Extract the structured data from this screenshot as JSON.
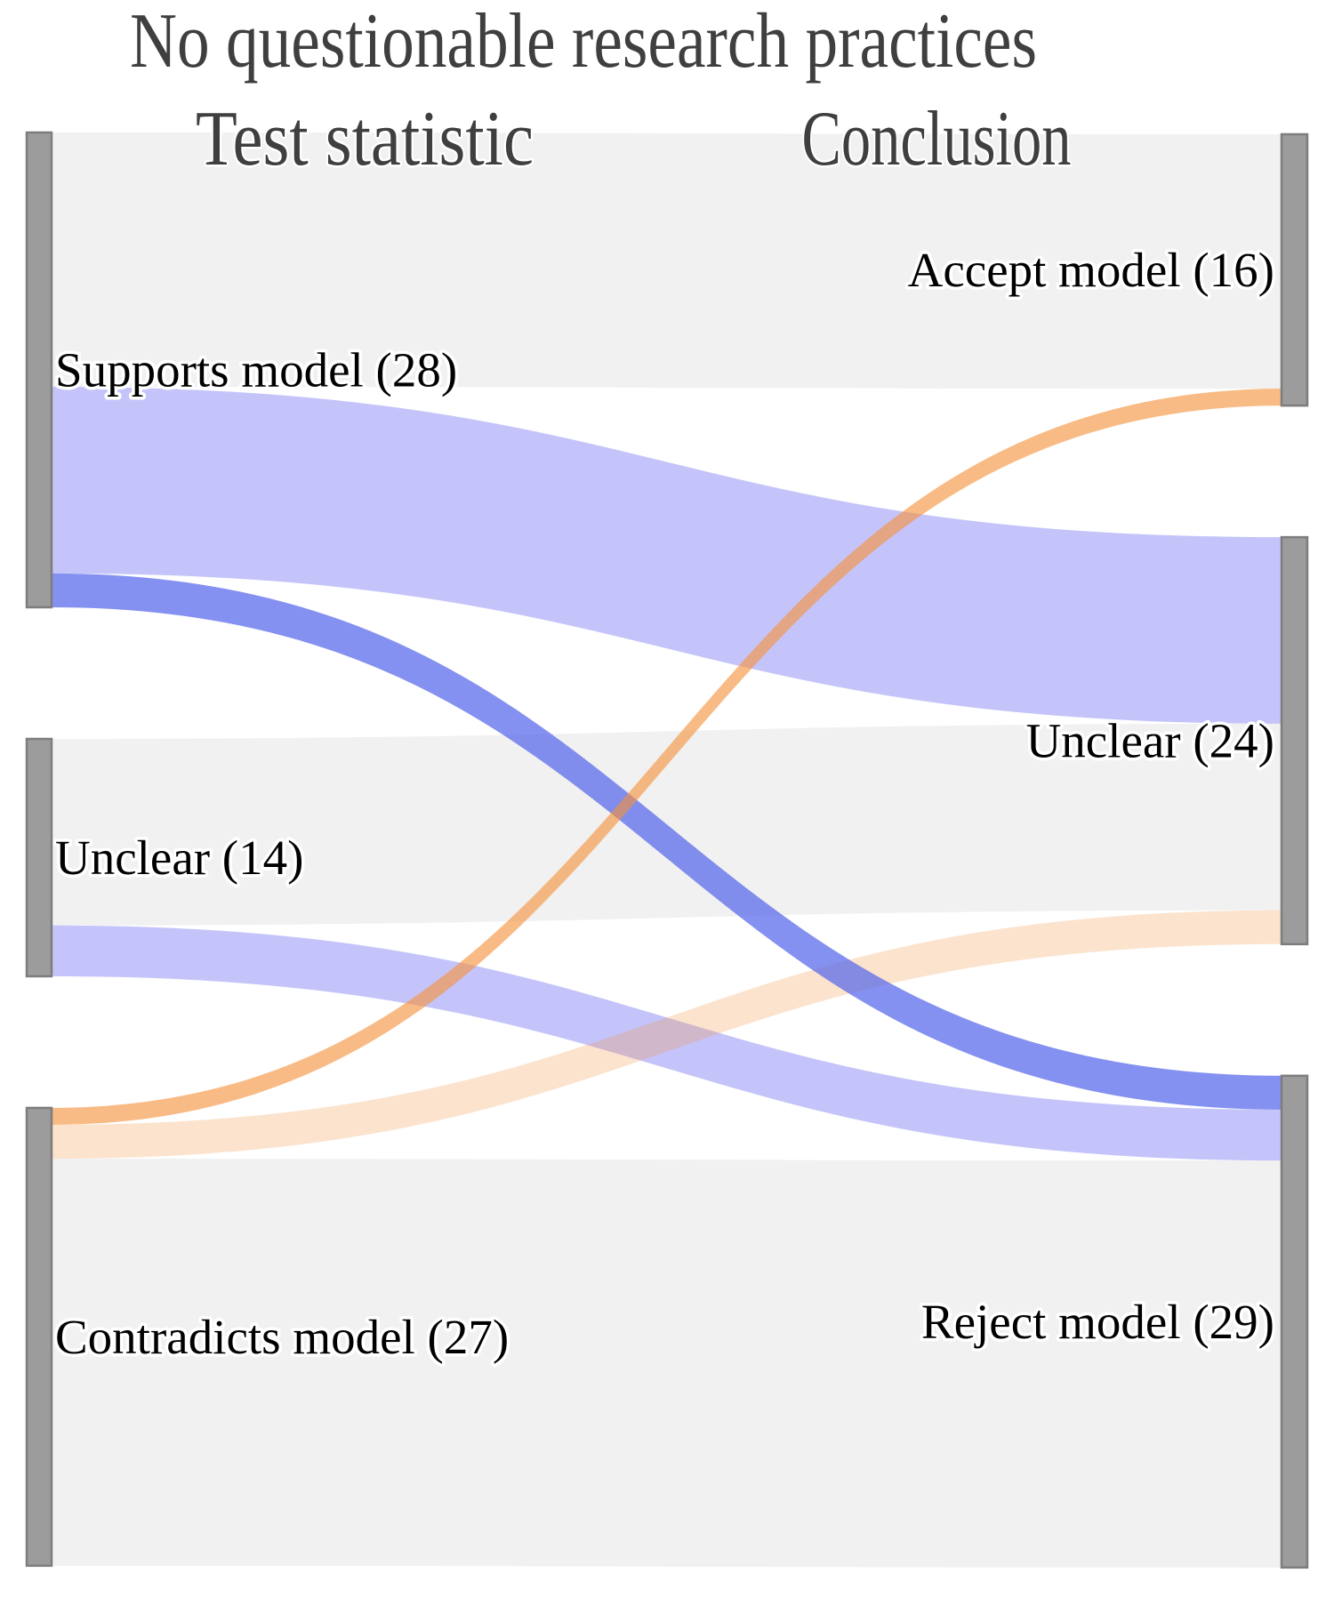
{
  "chart_data": {
    "type": "sankey",
    "title": "No questionable research practices",
    "columns": [
      {
        "id": "test_statistic",
        "label": "Test statistic"
      },
      {
        "id": "conclusion",
        "label": "Conclusion"
      }
    ],
    "nodes": [
      {
        "id": "supports",
        "column": 0,
        "label": "Supports model (28)",
        "value": 28
      },
      {
        "id": "unclear_left",
        "column": 0,
        "label": "Unclear (14)",
        "value": 14
      },
      {
        "id": "contradicts",
        "column": 0,
        "label": "Contradicts model (27)",
        "value": 27
      },
      {
        "id": "accept",
        "column": 1,
        "label": "Accept model (16)",
        "value": 16
      },
      {
        "id": "unclear_right",
        "column": 1,
        "label": "Unclear (24)",
        "value": 24
      },
      {
        "id": "reject",
        "column": 1,
        "label": "Reject model (29)",
        "value": 29
      }
    ],
    "links": [
      {
        "source": "supports",
        "target": "accept",
        "value": 15,
        "color": "gray"
      },
      {
        "source": "supports",
        "target": "unclear_right",
        "value": 11,
        "color": "lavender"
      },
      {
        "source": "supports",
        "target": "reject",
        "value": 2,
        "color": "blue"
      },
      {
        "source": "unclear_left",
        "target": "unclear_right",
        "value": 11,
        "color": "gray"
      },
      {
        "source": "unclear_left",
        "target": "reject",
        "value": 3,
        "color": "lavender"
      },
      {
        "source": "contradicts",
        "target": "accept",
        "value": 1,
        "color": "orange"
      },
      {
        "source": "contradicts",
        "target": "unclear_right",
        "value": 2,
        "color": "light_orange"
      },
      {
        "source": "contradicts",
        "target": "reject",
        "value": 24,
        "color": "gray"
      }
    ],
    "colors": {
      "gray": "#f1f1f1",
      "lavender": "rgba(100,100,243,0.38)",
      "blue": "rgba(86,102,234,0.72)",
      "orange": "rgba(245,145,58,0.62)",
      "light_orange": "rgba(245,145,58,0.25)",
      "node_fill": "#9c9c9c",
      "node_border": "#7d7d7d",
      "title_color": "#3f3f3f",
      "header_color": "#3f3f3f",
      "label_color": "#000000"
    },
    "legend": "none",
    "axes": "none"
  }
}
